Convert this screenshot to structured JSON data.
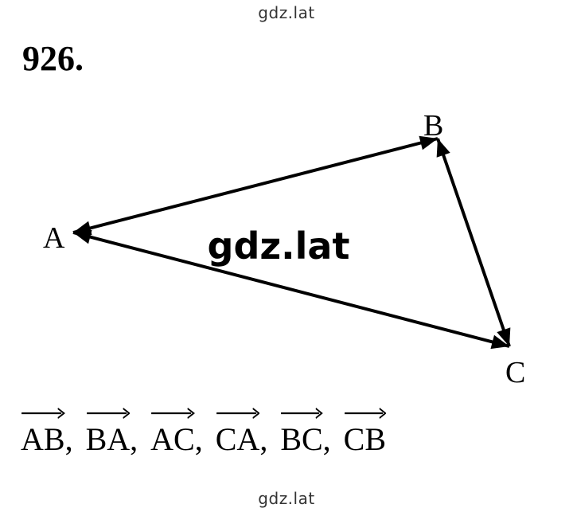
{
  "watermark": {
    "top": "gdz.lat",
    "center": "gdz.lat",
    "bottom": "gdz.lat"
  },
  "problem": {
    "number": "926."
  },
  "triangle": {
    "vertices": [
      {
        "id": "A",
        "label": "A"
      },
      {
        "id": "B",
        "label": "B"
      },
      {
        "id": "C",
        "label": "C"
      }
    ],
    "arrows": [
      {
        "from": "A",
        "to": "B"
      },
      {
        "from": "B",
        "to": "A"
      },
      {
        "from": "B",
        "to": "C"
      },
      {
        "from": "C",
        "to": "B"
      },
      {
        "from": "A",
        "to": "C"
      },
      {
        "from": "C",
        "to": "A"
      }
    ]
  },
  "vectors": [
    {
      "label": "AB"
    },
    {
      "label": "BA"
    },
    {
      "label": "AC"
    },
    {
      "label": "CA"
    },
    {
      "label": "BC"
    },
    {
      "label": "CB"
    }
  ],
  "vector_separator": ","
}
